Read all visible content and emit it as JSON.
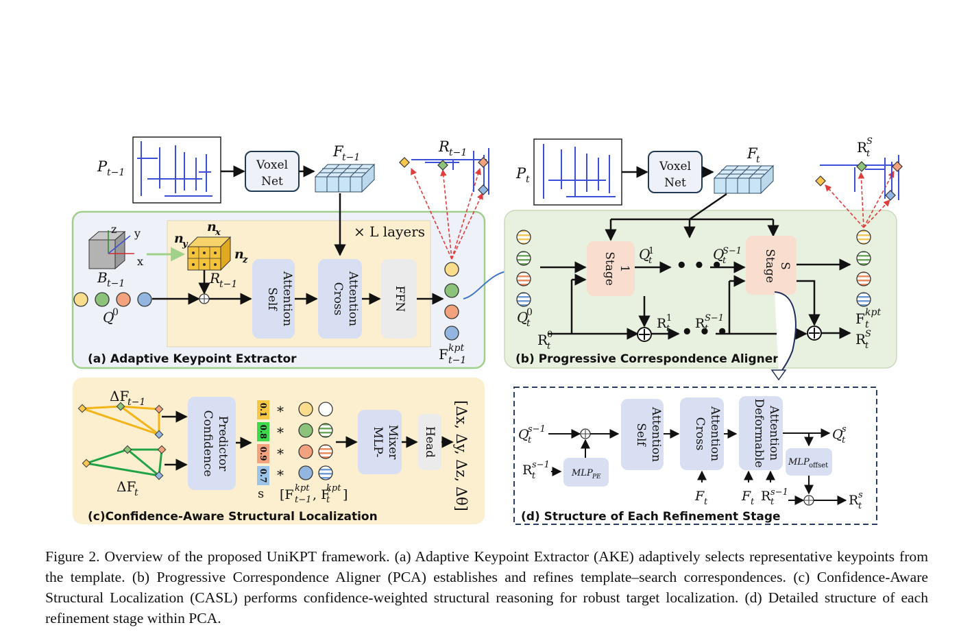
{
  "panels": {
    "a": "(a) Adaptive Keypoint Extractor",
    "b": "(b) Progressive Correspondence Aligner",
    "c": "(c)Confidence-Aware Structural Localization",
    "d": "(d) Structure of Each Refinement Stage"
  },
  "blocks": {
    "voxel": [
      "Voxel",
      "Net"
    ],
    "self_attention": [
      "Self",
      "Attention"
    ],
    "cross_attention": [
      "Cross",
      "Attention"
    ],
    "ffn": "FFN",
    "stage1": [
      "Stage",
      "1"
    ],
    "stageS": [
      "Stage",
      "S"
    ],
    "confidence": [
      "Confidence",
      "Predictor"
    ],
    "mlp_mixer": [
      "MLP-",
      "Mixer"
    ],
    "head": "Head",
    "deformable": [
      "Deformable",
      "Attention"
    ]
  },
  "labels": {
    "layers": "× L layers",
    "s_label": "s",
    "times": "*",
    "output": "[Δx, Δy, Δz, Δθ]",
    "axes": [
      "z",
      "y",
      "x"
    ],
    "n_y": "n",
    "n_x": "n",
    "n_z": "n"
  },
  "confidences": [
    "0.1",
    "0.8",
    "0.9",
    "0.7"
  ],
  "colors": {
    "yellow": "#f9dc8c",
    "green": "#8cc27a",
    "orange": "#f2a27d",
    "blue": "#93b6e0",
    "conf_colors": [
      "#f6c744",
      "#3dd94a",
      "#f2a27d",
      "#9cc3e8"
    ],
    "panel_green": "#e8f0df",
    "panel_yellow": "#fcefd0",
    "panel_blue": "#eef1f7",
    "block_blue": "#d8dff2",
    "stage_pink": "#f9ddcf"
  },
  "caption": "Figure 2. Overview of the proposed UniKPT framework. (a) Adaptive Keypoint Extractor (AKE) adaptively selects representative keypoints from the template. (b) Progressive Correspondence Aligner (PCA) establishes and refines template–search correspondences. (c) Confidence-Aware Structural Localization (CASL) performs confidence-weighted structural reasoning for robust target localization. (d) Detailed structure of each refinement stage within PCA."
}
